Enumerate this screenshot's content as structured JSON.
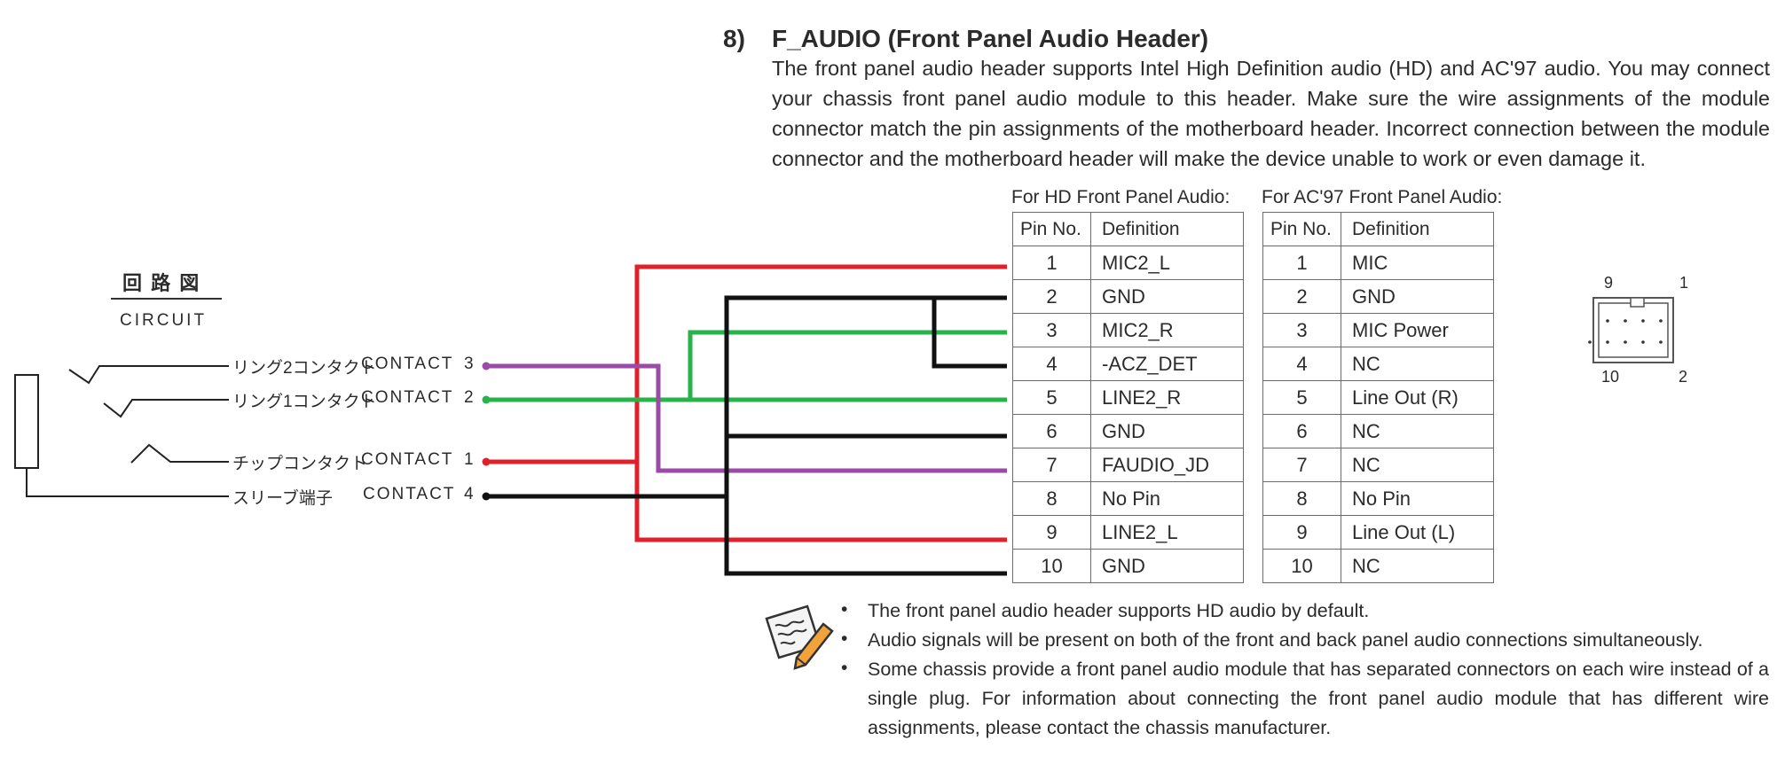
{
  "section": {
    "number": "8)",
    "title": "F_AUDIO (Front Panel Audio Header)",
    "intro": "The front panel audio header supports Intel High Definition audio (HD) and AC'97 audio. You may connect your chassis front panel audio module to this header. Make sure the wire assignments of the module connector match the pin assignments of the motherboard header. Incorrect connection between the module connector and the motherboard header will make the device unable to work or even damage it."
  },
  "circuit": {
    "title_jp": "回 路 図",
    "title_en": "CIRCUIT",
    "contacts": [
      {
        "jp": "リング2コンタクト",
        "label": "CONTACT",
        "num": "3",
        "color": "#9b4aa8"
      },
      {
        "jp": "リング1コンタクト",
        "label": "CONTACT",
        "num": "2",
        "color": "#27b34a"
      },
      {
        "jp": "チップコンタクト",
        "label": "CONTACT",
        "num": "1",
        "color": "#e3202a"
      },
      {
        "jp": "スリーブ端子",
        "label": "CONTACT",
        "num": "4",
        "color": "#111111"
      }
    ]
  },
  "hd_table": {
    "caption": "For HD Front Panel Audio:",
    "headers": [
      "Pin No.",
      "Definition"
    ],
    "rows": [
      [
        "1",
        "MIC2_L"
      ],
      [
        "2",
        "GND"
      ],
      [
        "3",
        "MIC2_R"
      ],
      [
        "4",
        "-ACZ_DET"
      ],
      [
        "5",
        "LINE2_R"
      ],
      [
        "6",
        "GND"
      ],
      [
        "7",
        "FAUDIO_JD"
      ],
      [
        "8",
        "No Pin"
      ],
      [
        "9",
        "LINE2_L"
      ],
      [
        "10",
        "GND"
      ]
    ]
  },
  "ac97_table": {
    "caption": "For AC'97 Front Panel Audio:",
    "headers": [
      "Pin No.",
      "Definition"
    ],
    "rows": [
      [
        "1",
        "MIC"
      ],
      [
        "2",
        "GND"
      ],
      [
        "3",
        "MIC Power"
      ],
      [
        "4",
        "NC"
      ],
      [
        "5",
        "Line Out (R)"
      ],
      [
        "6",
        "NC"
      ],
      [
        "7",
        "NC"
      ],
      [
        "8",
        "No Pin"
      ],
      [
        "9",
        "Line Out (L)"
      ],
      [
        "10",
        "NC"
      ]
    ]
  },
  "header_diagram": {
    "pin_9": "9",
    "pin_1": "1",
    "pin_10": "10",
    "pin_2": "2"
  },
  "notes": [
    "The front panel audio header supports HD audio by default.",
    "Audio signals will be present on both of the front and back panel audio connections simultaneously.",
    "Some chassis provide a front panel audio module that has separated connectors on each wire instead of a single plug. For information about connecting the front panel audio module that has different wire assignments, please contact the chassis manufacturer."
  ],
  "colors": {
    "red": "#e3202a",
    "green": "#27b34a",
    "purple": "#9b4aa8",
    "black": "#111111"
  }
}
